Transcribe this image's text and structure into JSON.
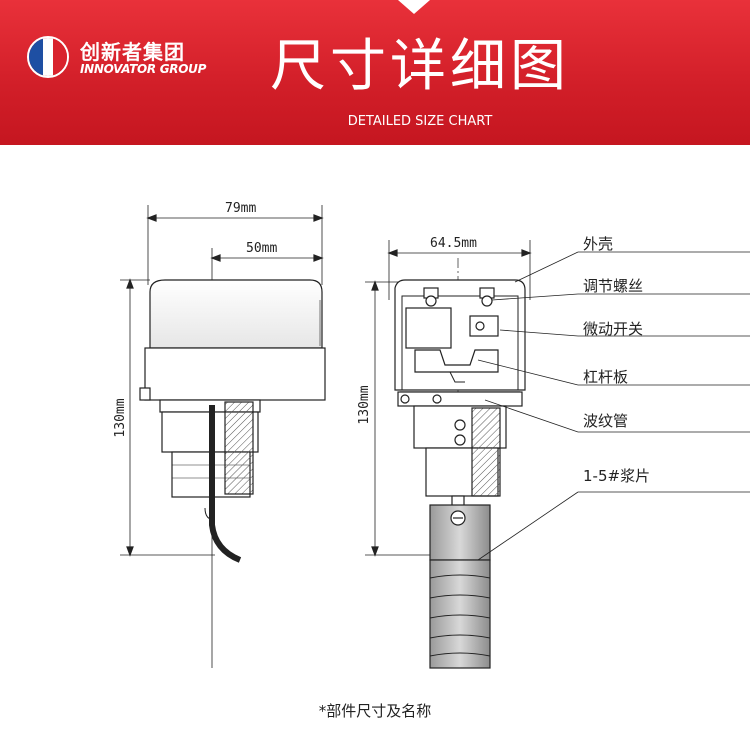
{
  "header": {
    "brand_cn": "创新者集团",
    "brand_en": "INNOVATOR GROUP",
    "title": "尺寸详细图",
    "subtitle": "DETAILED SIZE CHART",
    "banner_color": "#d9232d",
    "logo_flag_colors": [
      "#1e4fa3",
      "#ffffff",
      "#d9232d"
    ]
  },
  "dimensions": {
    "width_total": "79mm",
    "width_partial": "50mm",
    "height_left": "130mm",
    "width_right": "64.5mm",
    "height_right": "130mm"
  },
  "callouts": [
    "外壳",
    "调节螺丝",
    "微动开关",
    "杠杆板",
    "波纹管",
    "1-5#浆片"
  ],
  "footnote": "*部件尺寸及名称"
}
